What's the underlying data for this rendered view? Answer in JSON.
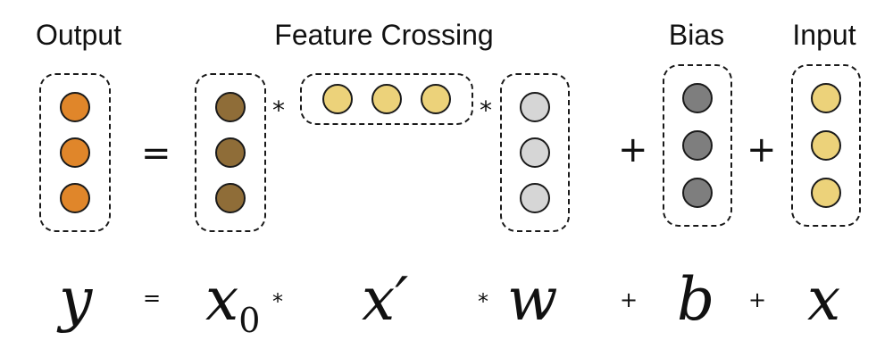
{
  "colors": {
    "output": "#e0862a",
    "feature": "#8f6d38",
    "cross": "#ecd27a",
    "weight": "#d6d6d6",
    "bias": "#7e7e7e",
    "input": "#ecd27a",
    "stroke": "#1a1a1a"
  },
  "labels": {
    "output": "Output",
    "feature_crossing": "Feature Crossing",
    "bias": "Bias",
    "input": "Input"
  },
  "operators": {
    "equals": "=",
    "times": "*",
    "plus": "+"
  },
  "equation": {
    "y": "y",
    "x0_base": "x",
    "x0_sub": "0",
    "x_prime": "x′",
    "w": "w",
    "b": "b",
    "x": "x"
  },
  "vectors": {
    "output_count": 3,
    "feature_count": 3,
    "cross_count": 3,
    "weight_count": 3,
    "bias_count": 3,
    "input_count": 3
  }
}
